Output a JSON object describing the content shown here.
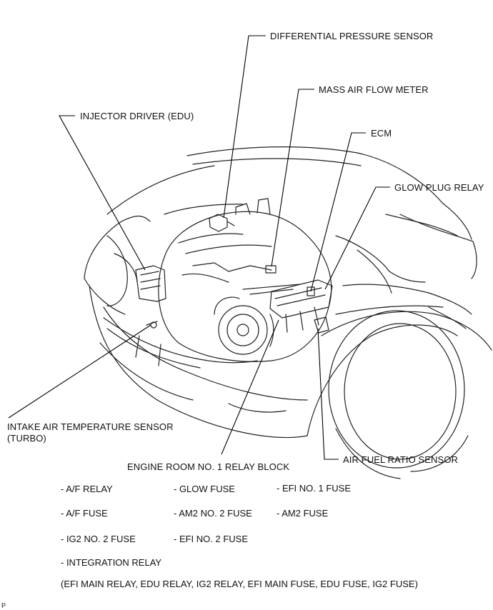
{
  "labels": {
    "differential_pressure_sensor": "DIFFERENTIAL PRESSURE SENSOR",
    "mass_air_flow_meter": "MASS AIR FLOW METER",
    "injector_driver": "INJECTOR DRIVER (EDU)",
    "ecm": "ECM",
    "glow_plug_relay": "GLOW PLUG RELAY",
    "intake_air_temp_sensor_line1": "INTAKE AIR TEMPERATURE SENSOR",
    "intake_air_temp_sensor_line2": "(TURBO)",
    "air_fuel_ratio_sensor": "AIR FUEL RATIO SENSOR",
    "engine_room_relay_block": "ENGINE ROOM NO. 1 RELAY BLOCK"
  },
  "relay_block_contents": {
    "col1": [
      "- A/F RELAY",
      "- A/F FUSE",
      "- IG2 NO. 2 FUSE",
      "- INTEGRATION RELAY"
    ],
    "col2": [
      "- GLOW FUSE",
      "- AM2 NO. 2 FUSE",
      "- EFI NO. 2 FUSE"
    ],
    "col3": [
      "- EFI NO. 1 FUSE",
      "- AM2 FUSE"
    ],
    "note": "(EFI MAIN RELAY, EDU RELAY, IG2 RELAY, EFI MAIN FUSE, EDU FUSE, IG2 FUSE)"
  },
  "figure_code": "P"
}
